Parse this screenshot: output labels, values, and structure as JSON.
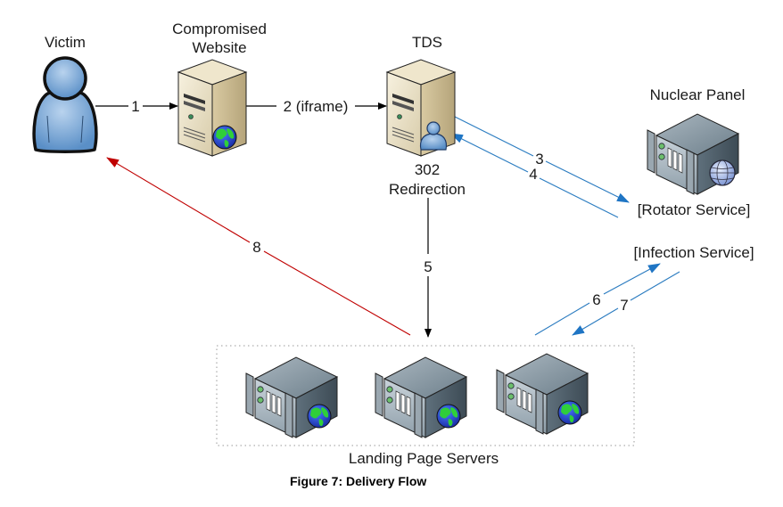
{
  "diagram": {
    "caption": "Figure 7: Delivery Flow",
    "nodes": {
      "victim": {
        "label": "Victim",
        "icon": "user-icon"
      },
      "compromised_website": {
        "label_line1": "Compromised",
        "label_line2": "Website",
        "icon": "web-server-icon"
      },
      "tds": {
        "label": "TDS",
        "sublabel_line1": "302",
        "sublabel_line2": "Redirection",
        "icon": "server-user-icon"
      },
      "nuclear_panel": {
        "label": "Nuclear Panel",
        "icon": "rack-server-icon"
      },
      "rotator_service": {
        "label": "[Rotator Service]"
      },
      "infection_service": {
        "label": "[Infection Service]"
      },
      "landing_page_servers": {
        "label": "Landing Page Servers",
        "count": 3,
        "icon": "rack-web-server-icon"
      }
    },
    "edges": [
      {
        "id": "1",
        "label": "1",
        "from": "Victim",
        "to": "Compromised Website",
        "color": "#000000"
      },
      {
        "id": "2",
        "label": "2 (iframe)",
        "from": "Compromised Website",
        "to": "TDS",
        "color": "#000000"
      },
      {
        "id": "3",
        "label": "3",
        "from": "TDS",
        "to": "Rotator Service",
        "color": "#2a7bc0"
      },
      {
        "id": "4",
        "label": "4",
        "from": "Rotator Service",
        "to": "TDS",
        "color": "#2a7bc0"
      },
      {
        "id": "5",
        "label": "5",
        "from": "TDS",
        "to": "Landing Page Servers",
        "color": "#000000"
      },
      {
        "id": "6",
        "label": "6",
        "from": "Landing Page Servers",
        "to": "Infection Service",
        "color": "#2a7bc0"
      },
      {
        "id": "7",
        "label": "7",
        "from": "Infection Service",
        "to": "Landing Page Servers",
        "color": "#2a7bc0"
      },
      {
        "id": "8",
        "label": "8",
        "from": "Landing Page Servers",
        "to": "Victim",
        "color": "#c00000"
      }
    ]
  }
}
